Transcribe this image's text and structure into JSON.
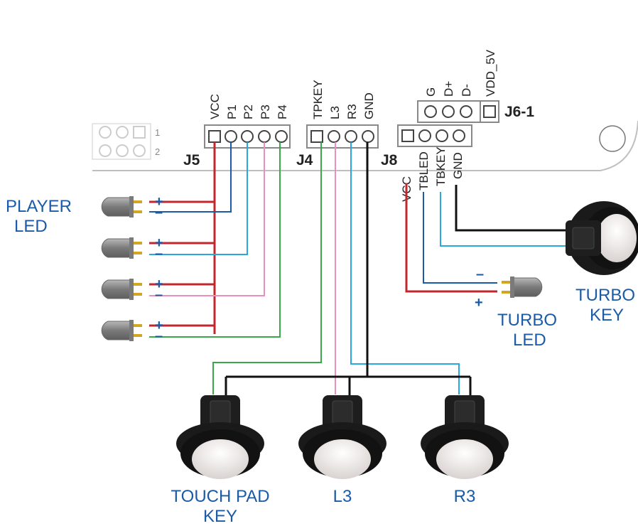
{
  "board": {
    "conn1_pins": [
      "1",
      "2"
    ],
    "j5": {
      "label": "J5",
      "pins": [
        "VCC",
        "P1",
        "P2",
        "P3",
        "P4"
      ]
    },
    "j4": {
      "label": "J4",
      "pins": [
        "TPKEY",
        "L3",
        "R3",
        "GND"
      ]
    },
    "j6": {
      "label": "J6-1",
      "pins": [
        "G",
        "D+",
        "D-",
        "VDD_5V"
      ]
    },
    "j8": {
      "label": "J8",
      "pins": [
        "VCC",
        "TBLED",
        "TBKEY",
        "GND"
      ]
    }
  },
  "labels": {
    "player_led": [
      "PLAYER",
      "LED"
    ],
    "turbo_key": [
      "TURBO",
      "KEY"
    ],
    "turbo_led": [
      "TURBO",
      "LED"
    ],
    "touch_pad_key": [
      "TOUCH PAD",
      "KEY"
    ],
    "l3": "L3",
    "r3": "R3"
  },
  "polarity": {
    "plus": "+",
    "minus": "–"
  },
  "colors": {
    "red": "#c1272d",
    "blue": "#1a5aa6",
    "cyan": "#29a8e0",
    "pink": "#e88fbf",
    "green": "#3aa84a",
    "black": "#111111",
    "label_blue": "#1a5aa6",
    "led_gold": "#d4a520",
    "led_body": "#8c8c8c"
  }
}
